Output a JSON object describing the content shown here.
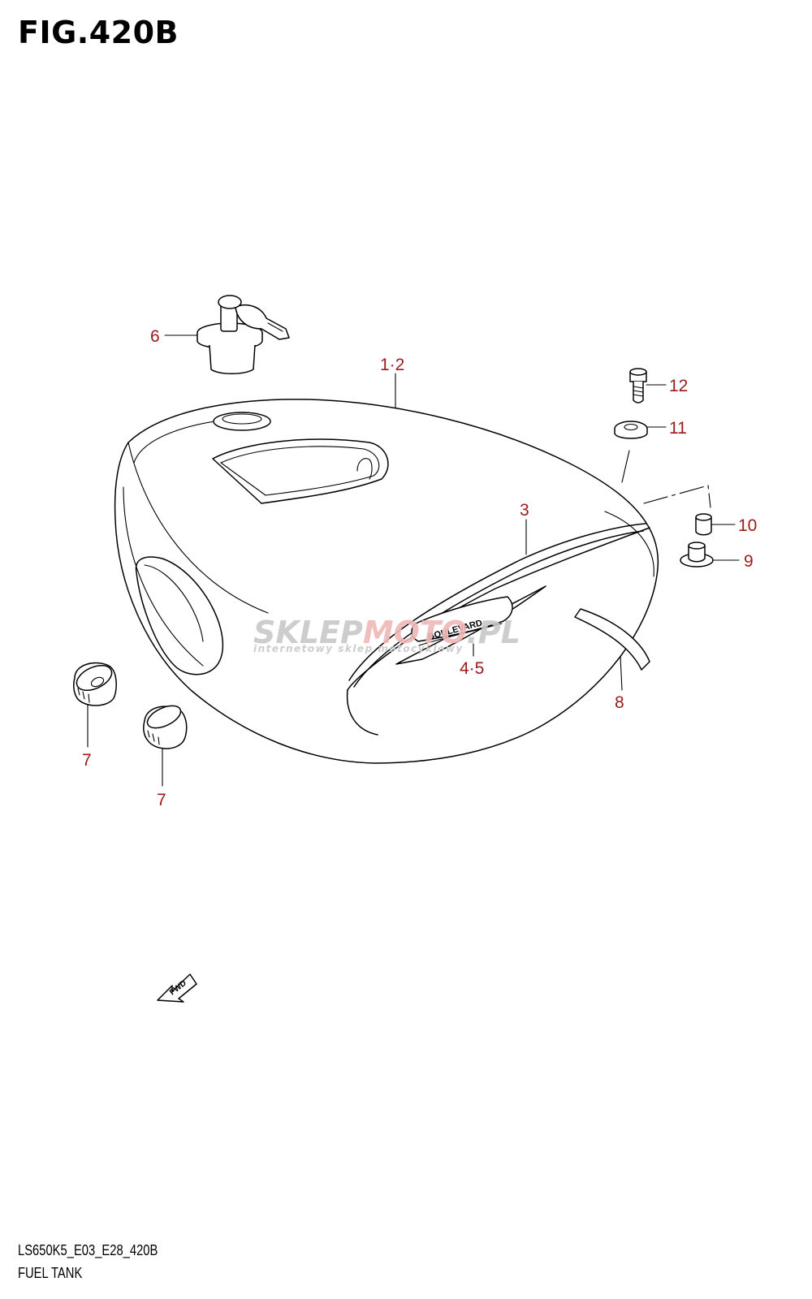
{
  "figure": {
    "title": "FIG.420B",
    "model_code": "LS650K5_E03_E28_420B",
    "section_name": "FUEL TANK"
  },
  "callouts": {
    "c1_2": "1·2",
    "c3": "3",
    "c4_5": "4·5",
    "c6": "6",
    "c7a": "7",
    "c7b": "7",
    "c8": "8",
    "c9": "9",
    "c10": "10",
    "c11": "11",
    "c12": "12"
  },
  "emblem": {
    "text": "BOULEVARD"
  },
  "direction_marker": {
    "text": "FWD"
  },
  "watermark": {
    "brand_a": "SKLEP",
    "brand_b": "MOTO",
    "brand_c": ".PL",
    "tagline": "internetowy sklep motocyklowy"
  },
  "colors": {
    "callout": "#9b1a1a",
    "lines": "#000000",
    "watermark": "#c8c8c8",
    "watermark_accent": "#f0b8b8"
  }
}
